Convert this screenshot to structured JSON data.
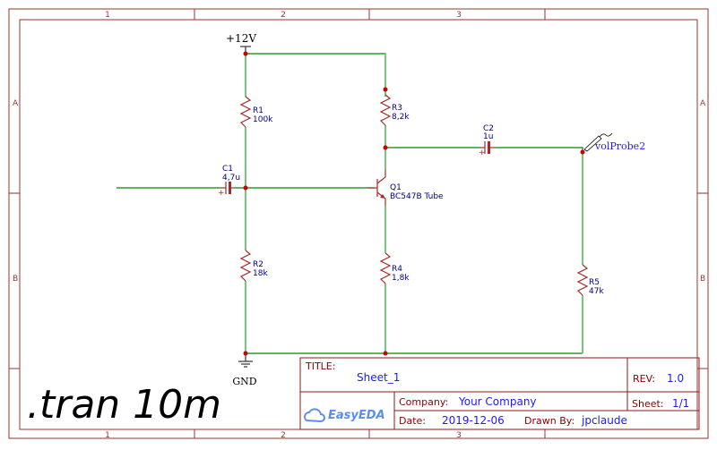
{
  "frame": {
    "columns": [
      "1",
      "2",
      "3"
    ],
    "rows": [
      "A",
      "B"
    ]
  },
  "power": {
    "label": "+12V"
  },
  "ground": {
    "label": "GND"
  },
  "components": {
    "r1": {
      "ref": "R1",
      "value": "100k"
    },
    "r2": {
      "ref": "R2",
      "value": "18k"
    },
    "r3": {
      "ref": "R3",
      "value": "8,2k"
    },
    "r4": {
      "ref": "R4",
      "value": "1,8k"
    },
    "r5": {
      "ref": "R5",
      "value": "47k"
    },
    "c1": {
      "ref": "C1",
      "value": "4,7u",
      "polarity": "+"
    },
    "c2": {
      "ref": "C2",
      "value": "1u",
      "polarity": "+"
    },
    "q1": {
      "ref": "Q1",
      "value": "BC547B Tube"
    }
  },
  "probe": {
    "label": "volProbe2"
  },
  "directive": ".tran 10m",
  "title_block": {
    "title_label": "TITLE:",
    "title": "Sheet_1",
    "rev_label": "REV:",
    "rev": "1.0",
    "company_label": "Company:",
    "company": "Your Company",
    "sheet_label": "Sheet:",
    "sheet": "1/1",
    "date_label": "Date:",
    "date": "2019-12-06",
    "drawn_label": "Drawn By:",
    "drawn_by": "jpclaude",
    "logo": "EasyEDA"
  },
  "colors": {
    "wire": "#008800",
    "part": "#a52a2a",
    "frame": "#993333",
    "text": "#000080",
    "node": "#cc0000"
  }
}
